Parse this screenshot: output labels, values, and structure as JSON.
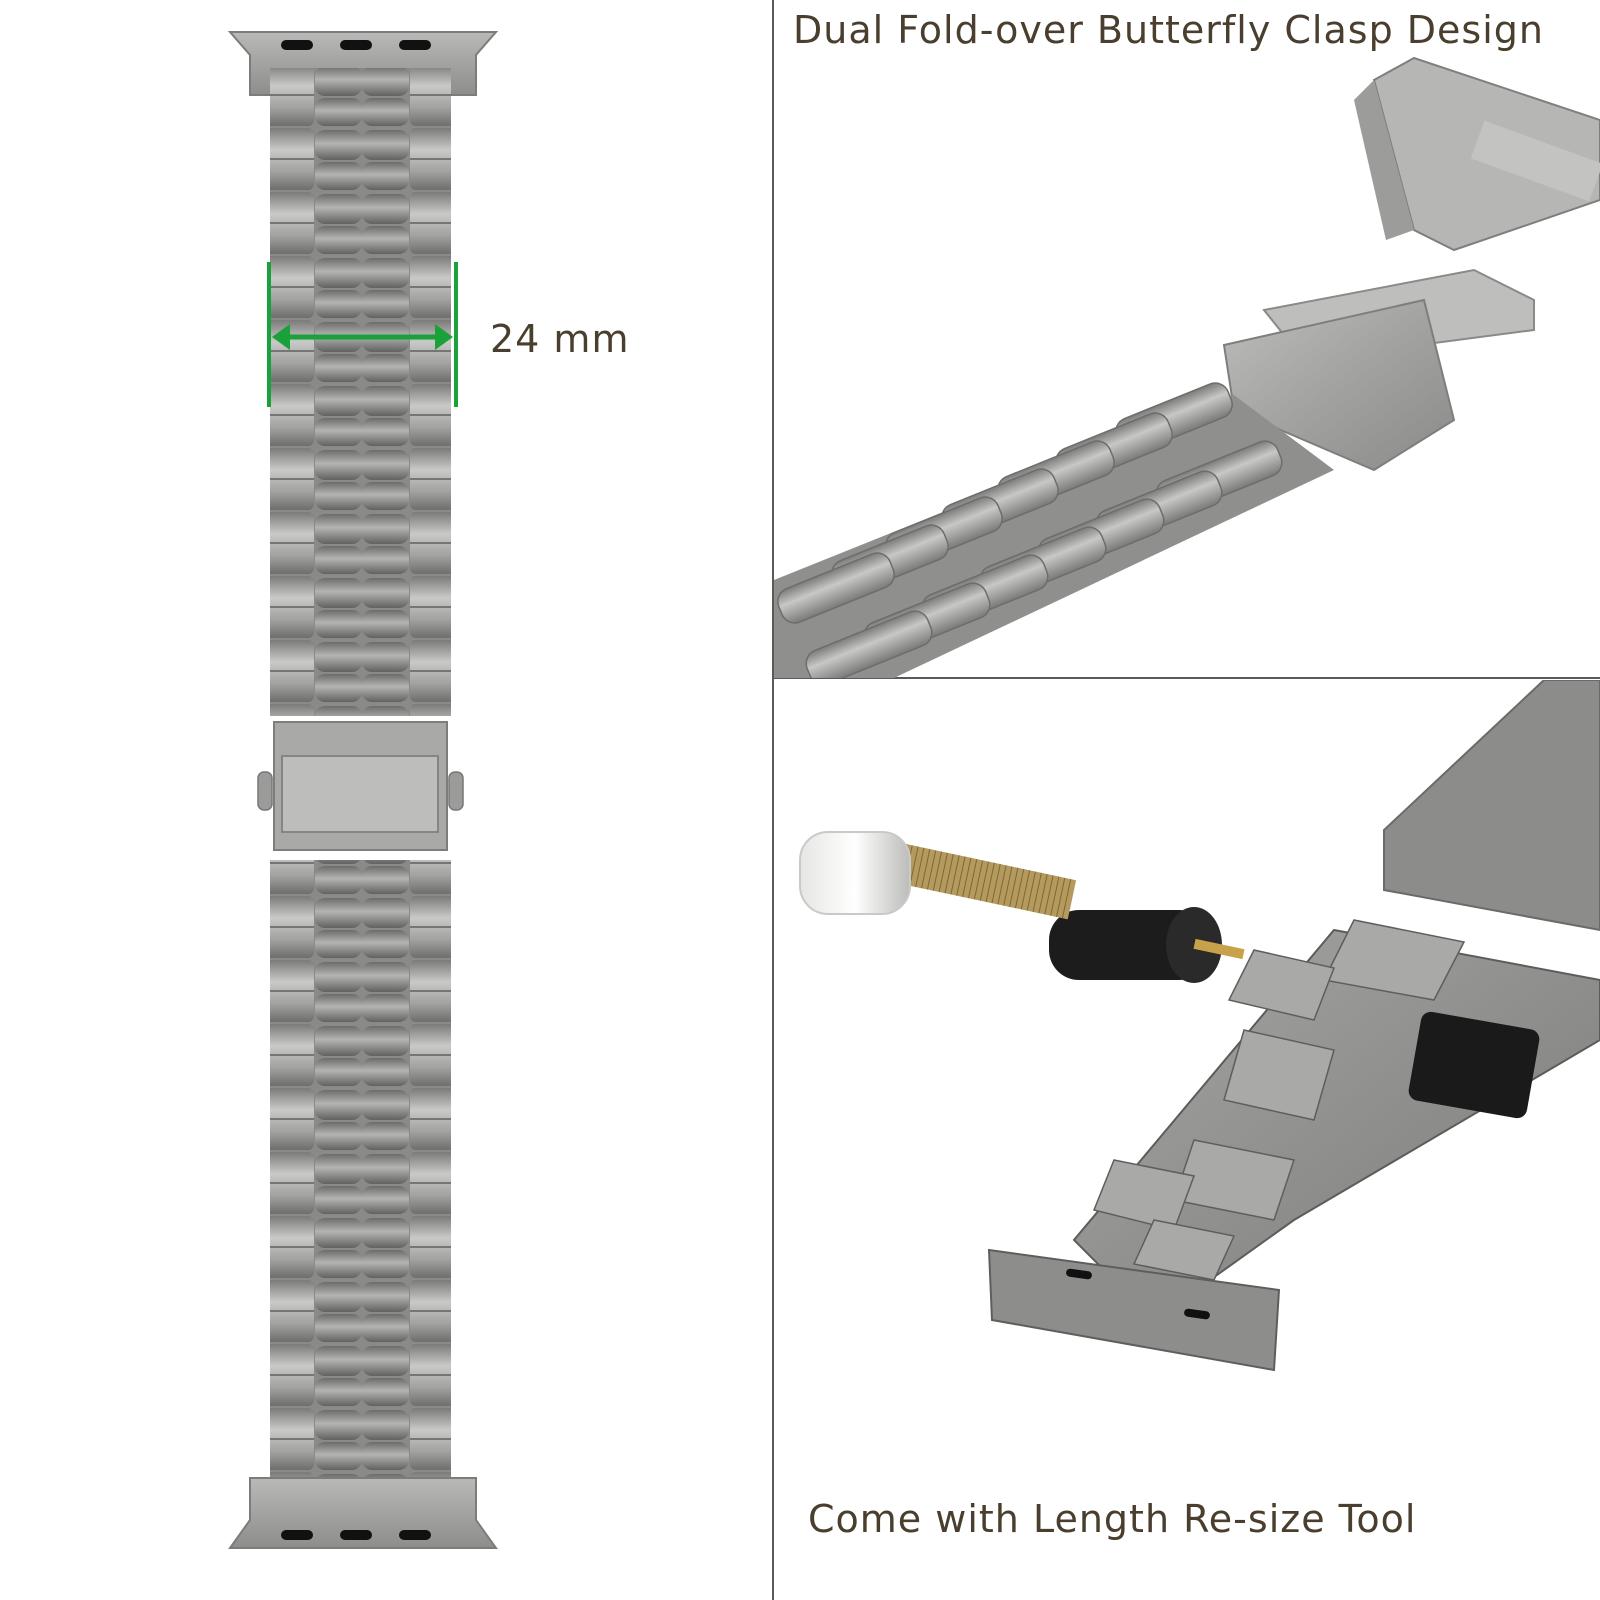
{
  "measurement": {
    "width_label": "24 mm",
    "indicator_color": "#1aa13a"
  },
  "clasp_panel": {
    "caption": "Dual Fold-over Butterfly Clasp Design"
  },
  "tool_panel": {
    "caption": "Come with Length Re-size Tool"
  },
  "colors": {
    "metal": "#9d9d9b",
    "metal_dark": "#6f6f6d",
    "metal_light": "#c4c4c2",
    "text": "#4a3e2e",
    "divider": "#5a5a5a"
  }
}
